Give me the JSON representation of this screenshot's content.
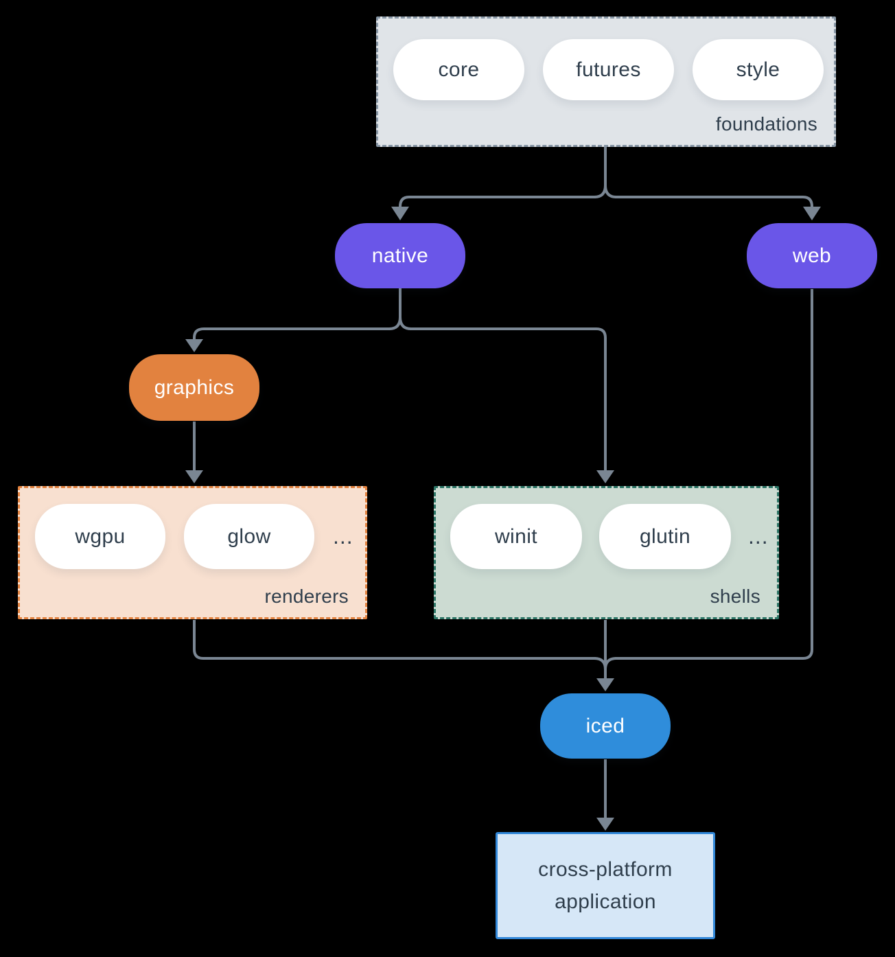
{
  "diagram": {
    "foundations": {
      "label": "foundations",
      "pills": [
        "core",
        "futures",
        "style"
      ]
    },
    "native": {
      "label": "native"
    },
    "web": {
      "label": "web"
    },
    "graphics": {
      "label": "graphics"
    },
    "renderers": {
      "label": "renderers",
      "pills": [
        "wgpu",
        "glow"
      ],
      "more": "..."
    },
    "shells": {
      "label": "shells",
      "pills": [
        "winit",
        "glutin"
      ],
      "more": "..."
    },
    "iced": {
      "label": "iced"
    },
    "application": {
      "label": "cross-platform application"
    }
  },
  "colors": {
    "background": "#000000",
    "connector": "#7a8693",
    "text_dark": "#2f3e4c",
    "pill_white": "#ffffff",
    "native_web_purple": "#6a56e8",
    "graphics_orange": "#e2823f",
    "iced_blue": "#2f8ddb",
    "foundations_fill": "#e0e4e8",
    "foundations_border": "#8897a6",
    "renderers_fill": "#f8e0d0",
    "renderers_border": "#e2823f",
    "shells_fill": "#ccdbd2",
    "shells_border": "#2c7566",
    "application_fill": "#d6e7f7",
    "application_border": "#3187d8"
  }
}
